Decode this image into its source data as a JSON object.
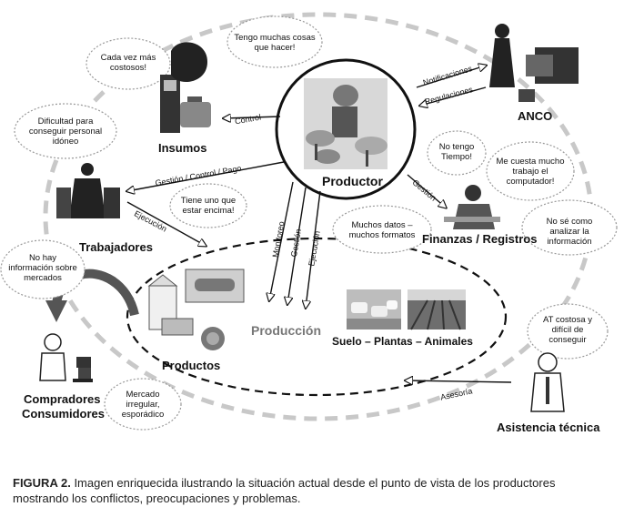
{
  "nodes": {
    "center": "Productor",
    "anco": "ANCO",
    "insumos": "Insumos",
    "trabajadores": "Trabajadores",
    "finanzas": "Finanzas / Registros",
    "produccion": "Producción",
    "suelo": "Suelo – Plantas – Animales",
    "productos": "Productos",
    "compradores_1": "Compradores",
    "compradores_2": "Consumidores",
    "asistencia": "Asistencia técnica"
  },
  "arrows": {
    "notificaciones": "Notificaciones",
    "regulaciones": "Regulaciones",
    "control": "Control",
    "gestion_control_pago": "Gestión / Control / Pago",
    "gestion_finanzas": "Gestión",
    "ejecucion_trab": "Ejecución",
    "monitoreo": "Monitoreo",
    "gestion_prod": "Gestión",
    "ejecucion_prod": "Ejecución",
    "asesoria": "Asesoría"
  },
  "clouds": {
    "costosos": "Cada vez más costosos!",
    "muchas_cosas": "Tengo muchas cosas que hacer!",
    "personal": "Dificultad para conseguir personal idóneo",
    "encima": "Tiene uno que estar encima!",
    "tiempo": "No tengo Tiempo!",
    "computador": "Me cuesta mucho trabajo el computador!",
    "analizar": "No sé como analizar la información",
    "datos": "Muchos datos – muchos formatos",
    "mercados": "No hay información sobre mercados",
    "irregular": "Mercado irregular, esporádico",
    "at_costosa": "AT costosa y difícil de conseguir"
  },
  "caption": {
    "label": "FIGURA 2.",
    "text": "Imagen enriquecida ilustrando la situación actual desde el punto de vista de los productores mostrando los conflictos, preocupaciones y problemas."
  }
}
